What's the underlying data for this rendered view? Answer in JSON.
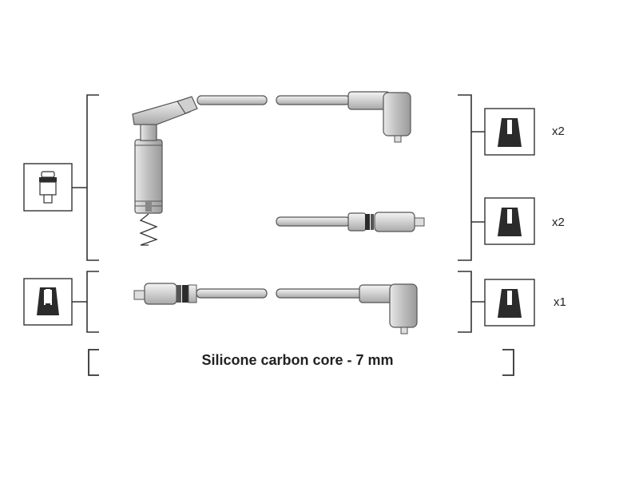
{
  "caption": "Silicone carbon core - 7 mm",
  "quantities": {
    "top": "x2",
    "middle": "x2",
    "bottom": "x1"
  },
  "colors": {
    "wire_fill": "#d4d4d4",
    "outline": "#555555",
    "dark_fill": "#2b2b2b",
    "bracket": "#333333"
  }
}
